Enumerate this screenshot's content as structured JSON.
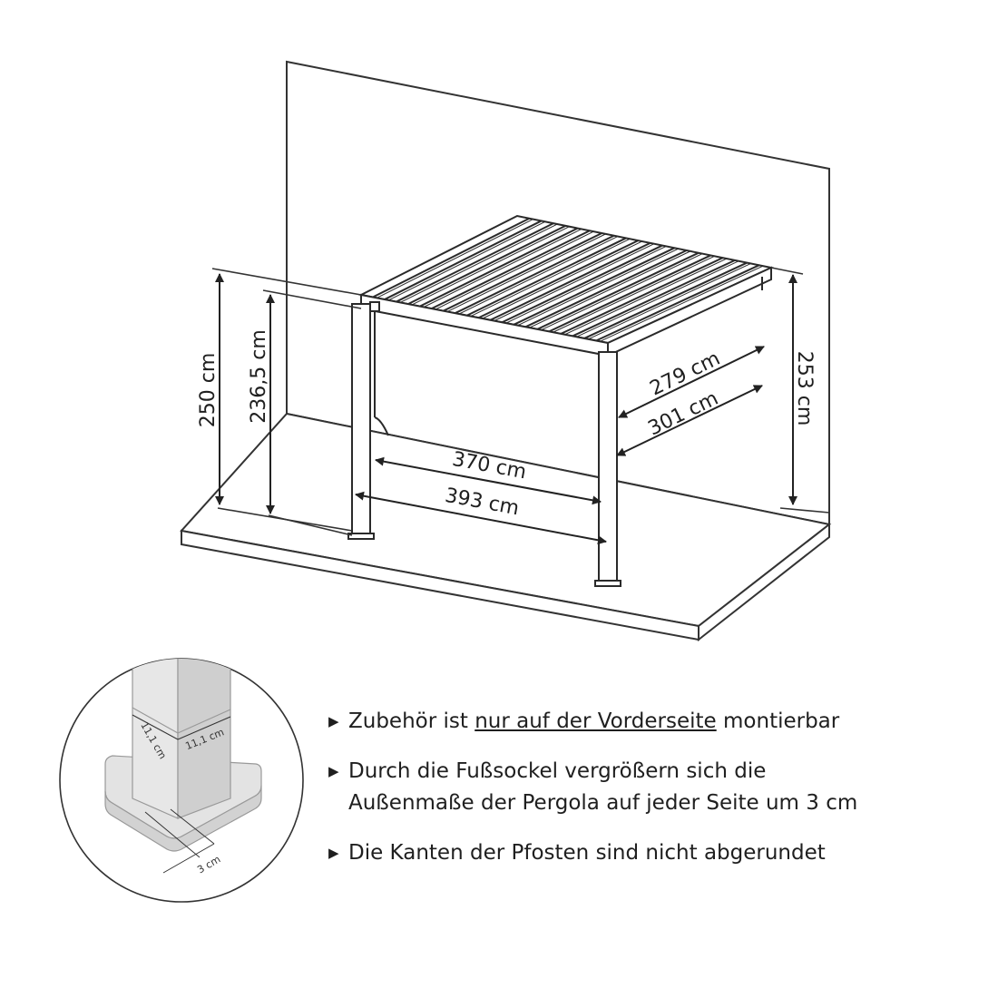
{
  "dimensions": {
    "height_outer": "250 cm",
    "height_inner": "236,5 cm",
    "height_right": "253 cm",
    "width_inner": "370 cm",
    "width_outer": "393 cm",
    "depth_inner": "279 cm",
    "depth_outer": "301 cm"
  },
  "post_detail": {
    "side_a": "11,1 cm",
    "side_b": "11,1 cm",
    "base_offset": "3 cm"
  },
  "notes": [
    {
      "pre": "Zubehör ist ",
      "underlined": "nur auf der Vorderseite",
      "post": " montierbar"
    },
    {
      "line1": "Durch die Fußsockel vergrößern sich die",
      "line2": "Außenmaße der Pergola auf jeder Seite um 3 cm"
    },
    {
      "text": "Die Kanten der Pfosten sind nicht abgerundet"
    }
  ]
}
